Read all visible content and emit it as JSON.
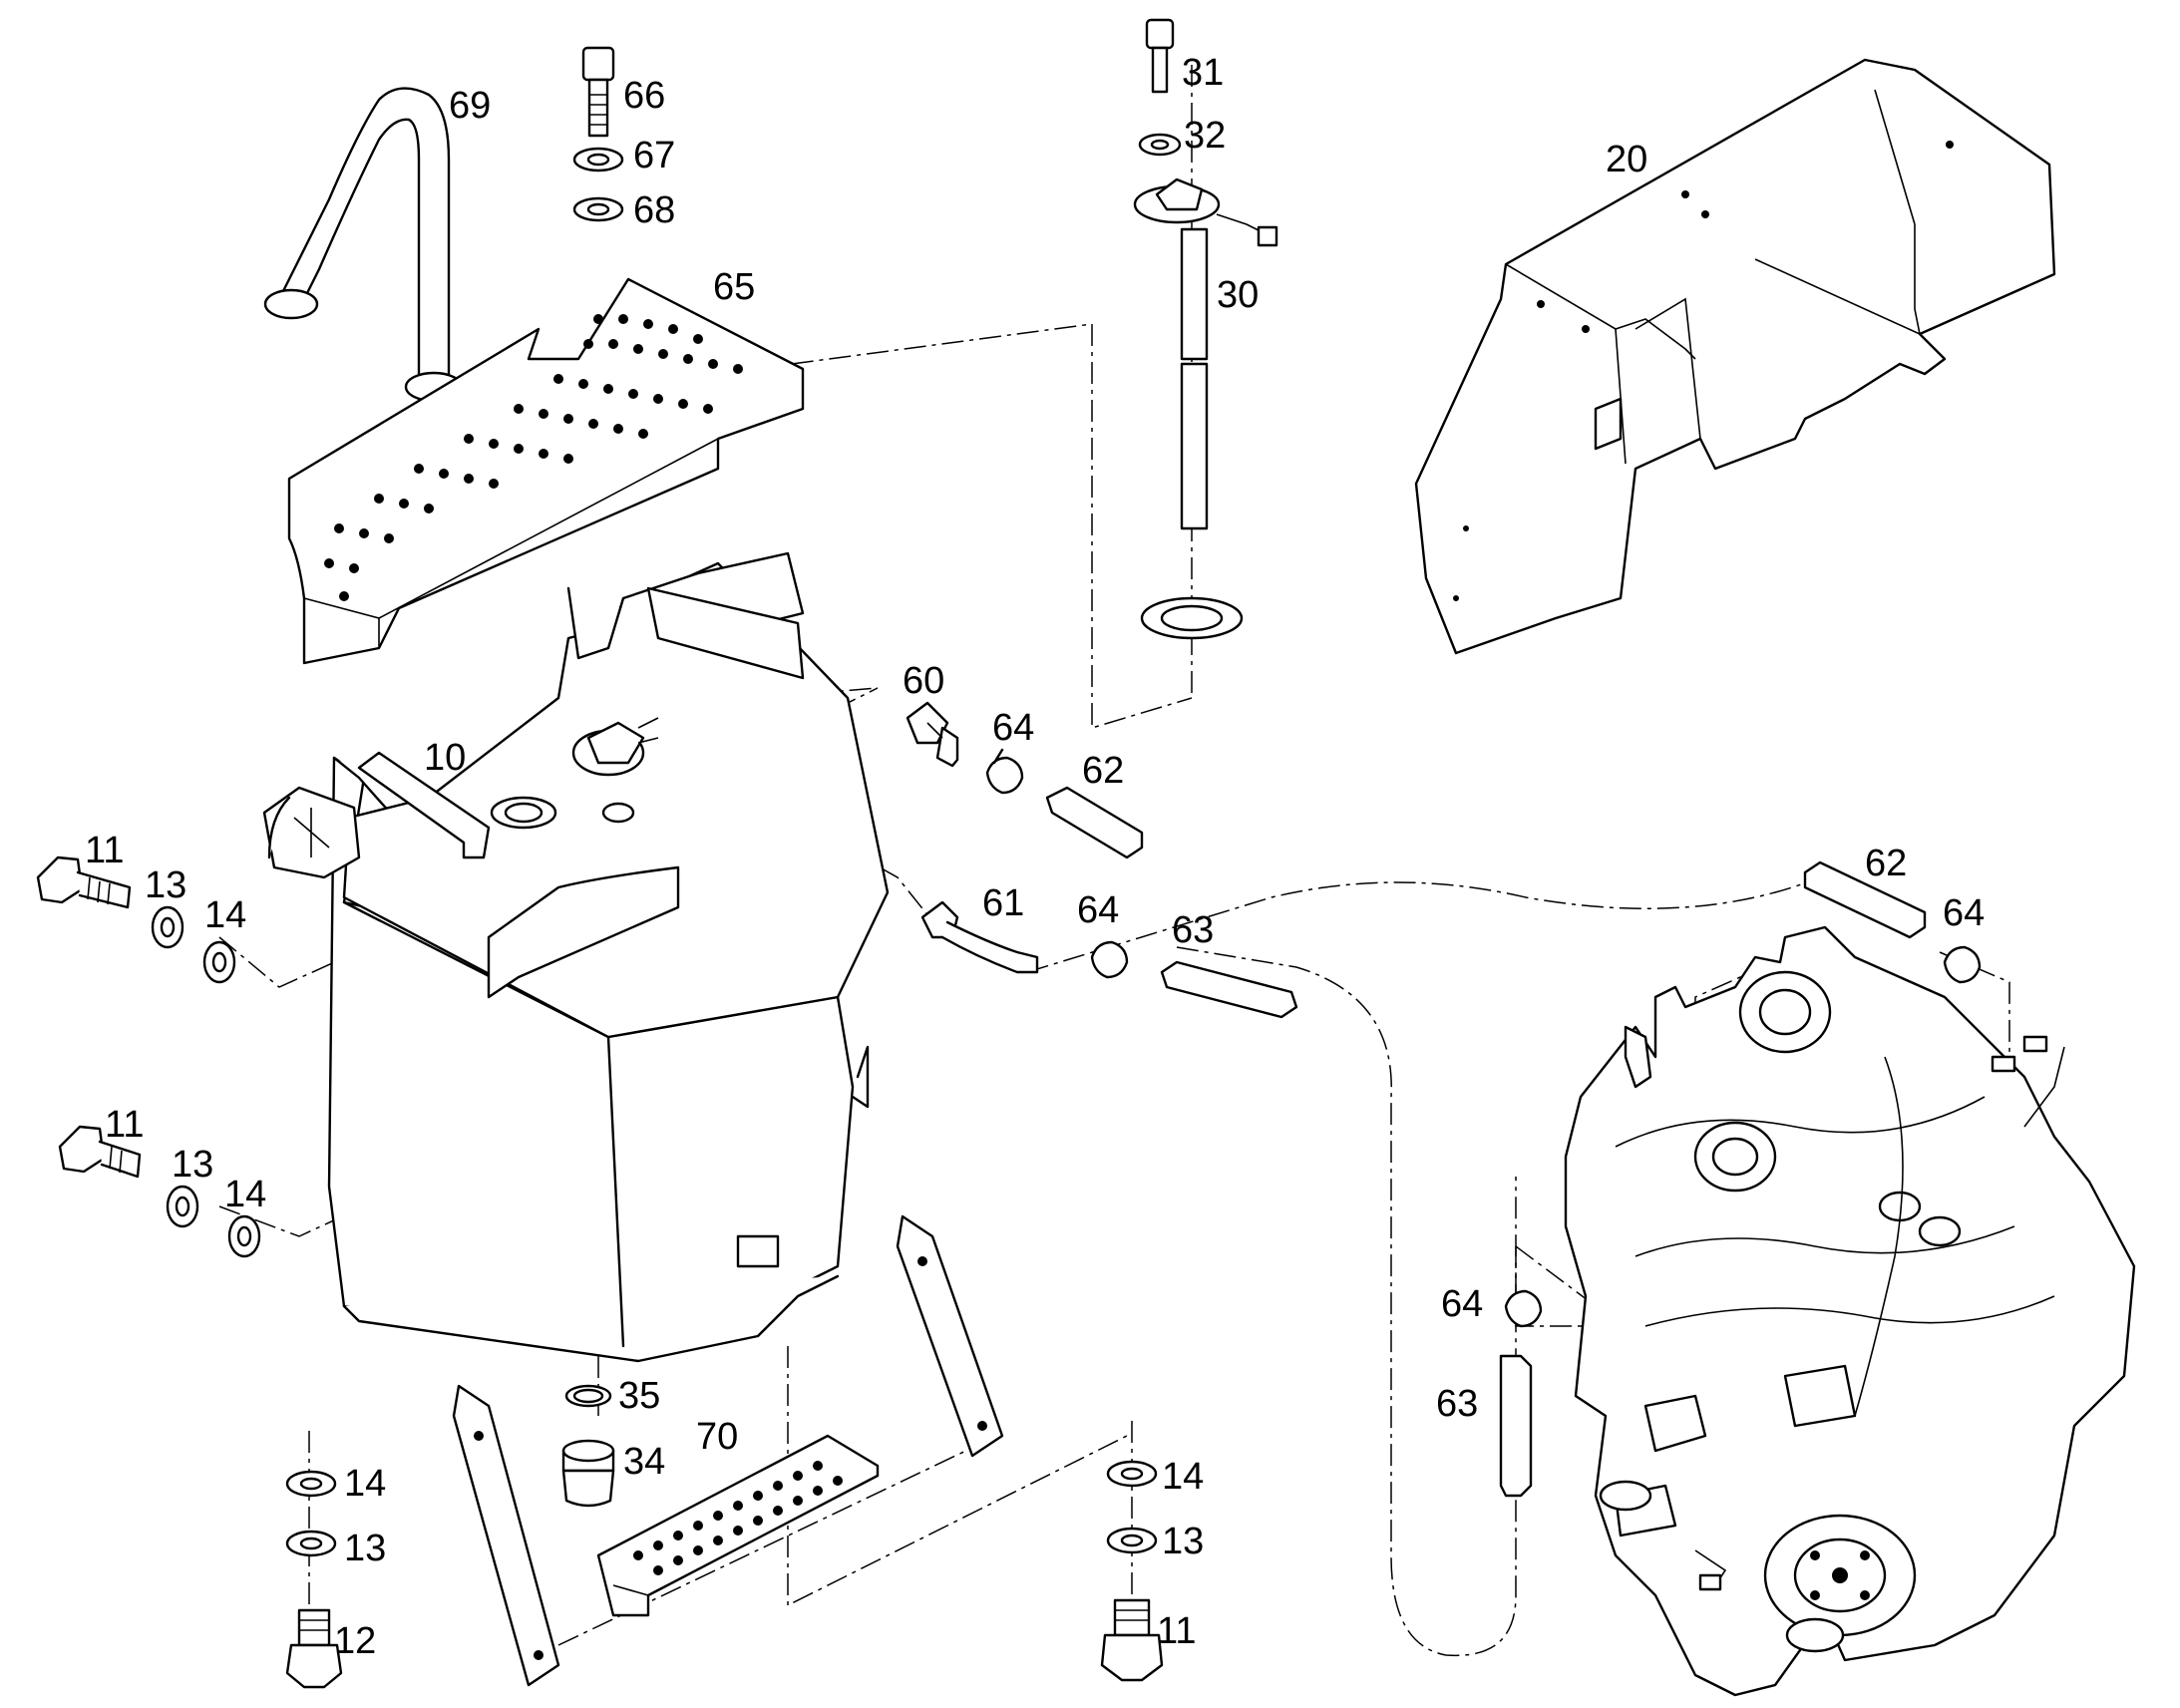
{
  "diagram": {
    "callouts": [
      {
        "id": "c10",
        "text": "10"
      },
      {
        "id": "c11a",
        "text": "11"
      },
      {
        "id": "c13a",
        "text": "13"
      },
      {
        "id": "c14a",
        "text": "14"
      },
      {
        "id": "c11b",
        "text": "11"
      },
      {
        "id": "c13b",
        "text": "13"
      },
      {
        "id": "c14b",
        "text": "14"
      },
      {
        "id": "c14c",
        "text": "14"
      },
      {
        "id": "c13c",
        "text": "13"
      },
      {
        "id": "c12",
        "text": "12"
      },
      {
        "id": "c14d",
        "text": "14"
      },
      {
        "id": "c13d",
        "text": "13"
      },
      {
        "id": "c11c",
        "text": "11"
      },
      {
        "id": "c20",
        "text": "20"
      },
      {
        "id": "c30",
        "text": "30"
      },
      {
        "id": "c31",
        "text": "31"
      },
      {
        "id": "c32",
        "text": "32"
      },
      {
        "id": "c34",
        "text": "34"
      },
      {
        "id": "c35",
        "text": "35"
      },
      {
        "id": "c60",
        "text": "60"
      },
      {
        "id": "c61",
        "text": "61"
      },
      {
        "id": "c62a",
        "text": "62"
      },
      {
        "id": "c62b",
        "text": "62"
      },
      {
        "id": "c63a",
        "text": "63"
      },
      {
        "id": "c63b",
        "text": "63"
      },
      {
        "id": "c64a",
        "text": "64"
      },
      {
        "id": "c64b",
        "text": "64"
      },
      {
        "id": "c64c",
        "text": "64"
      },
      {
        "id": "c64d",
        "text": "64"
      },
      {
        "id": "c65",
        "text": "65"
      },
      {
        "id": "c66",
        "text": "66"
      },
      {
        "id": "c67",
        "text": "67"
      },
      {
        "id": "c68",
        "text": "68"
      },
      {
        "id": "c69",
        "text": "69"
      },
      {
        "id": "c70",
        "text": "70"
      }
    ]
  }
}
